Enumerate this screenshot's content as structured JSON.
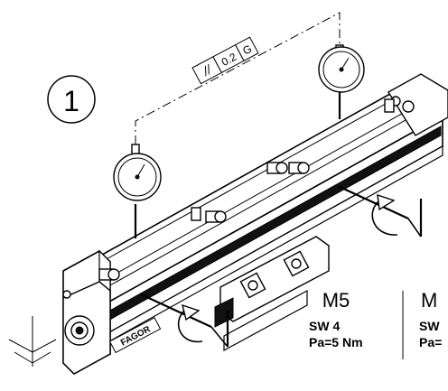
{
  "step": {
    "number": "1"
  },
  "tolerance": {
    "symbol": "//",
    "value": "0.2",
    "datum": "G"
  },
  "spec_primary": {
    "thread": "M5",
    "wrench": "SW 4",
    "torque": "Pa=5 Nm"
  },
  "spec_secondary": {
    "thread": "M",
    "wrench": "SW",
    "torque": "Pa="
  },
  "brand": {
    "logo": "FAGOR"
  }
}
